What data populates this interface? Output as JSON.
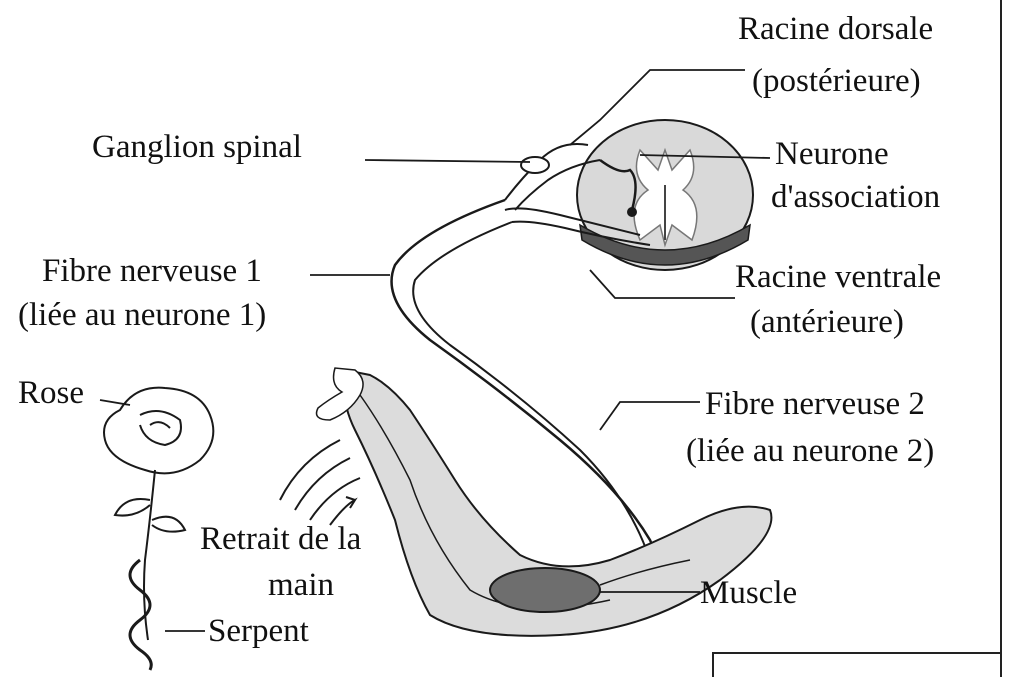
{
  "labels": {
    "racine_dorsale": "Racine dorsale",
    "posterieure": "(postérieure)",
    "ganglion_spinal": "Ganglion spinal",
    "neurone": "Neurone",
    "d_association": "d'association",
    "fibre1": "Fibre nerveuse 1",
    "fibre1_sub": "(liée au neurone 1)",
    "racine_ventrale": "Racine ventrale",
    "anterieure": "(antérieure)",
    "rose": "Rose",
    "fibre2": "Fibre nerveuse 2",
    "fibre2_sub": "(liée au neurone 2)",
    "retrait": "Retrait de la",
    "main": "main",
    "muscle": "Muscle",
    "serpent": "Serpent"
  },
  "colors": {
    "ink": "#1a1a1a",
    "cord_gray": "#d9d9d9",
    "cord_dark": "#555555",
    "arm_fill": "#dcdcdc",
    "muscle_fill": "#6e6e6e"
  }
}
